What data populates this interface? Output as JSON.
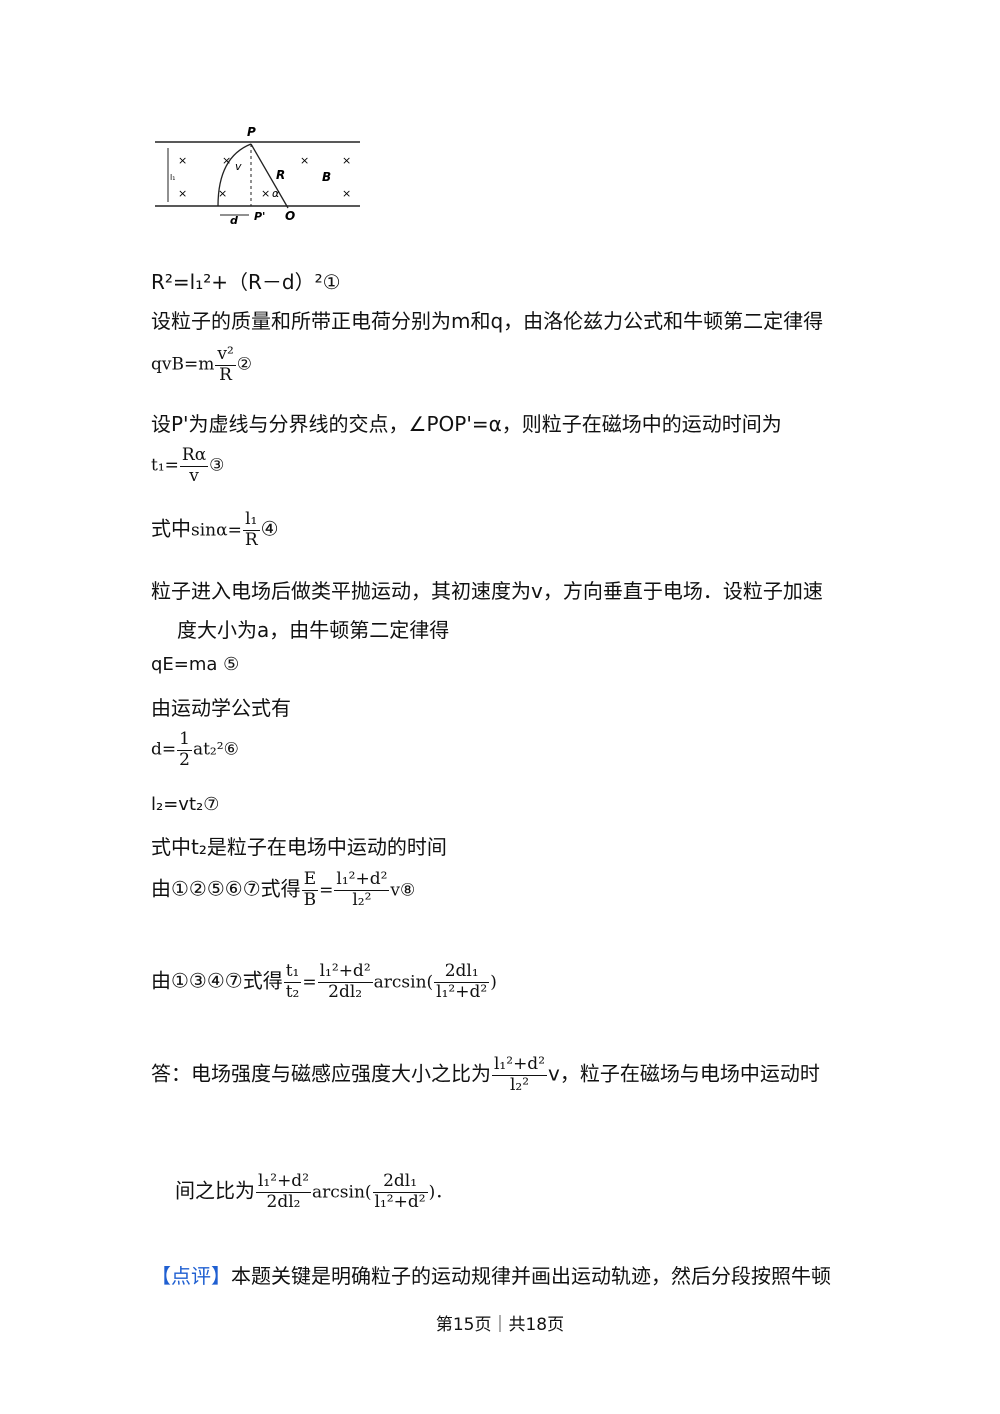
{
  "diagram": {
    "labels": {
      "P": "P",
      "v": "v",
      "R": "R",
      "B": "B",
      "l1": "l₁",
      "d": "d",
      "Pp": "P'",
      "O": "O",
      "alpha": "α",
      "cross": "×"
    }
  },
  "eq1": "R²=l₁²+（R－d）²①",
  "text1": "设粒子的质量和所带正电荷分别为m和q，由洛伦兹力公式和牛顿第二定律得",
  "eq2": {
    "left": "qvB=m",
    "num": "v²",
    "den": "R",
    "mark": "②"
  },
  "text2": "设P'为虚线与分界线的交点，∠POP'=α，则粒子在磁场中的运动时间为",
  "eq3": {
    "left": "t₁=",
    "num": "Rα",
    "den": "v",
    "mark": "③"
  },
  "eq4": {
    "prefix": "式中",
    "left": "sinα=",
    "num": "l₁",
    "den": "R",
    "mark": "④"
  },
  "text3a": "粒子进入电场后做类平抛运动，其初速度为v，方向垂直于电场．设粒子加速",
  "text3b": "度大小为a，由牛顿第二定律得",
  "eq5": "qE=ma ⑤",
  "text4": "由运动学公式有",
  "eq6": {
    "left": "d=",
    "num": "1",
    "den": "2",
    "right": "at₂²",
    "mark": "⑥"
  },
  "eq7": "l₂=vt₂⑦",
  "text5": "式中t₂是粒子在电场中运动的时间",
  "eq8": {
    "prefix": "由①②⑤⑥⑦式得",
    "lnum": "E",
    "lden": "B",
    "num": "l₁²+d²",
    "den": "l₂²",
    "right": "v⑧"
  },
  "eq9": {
    "prefix": "由①③④⑦式得",
    "lnum": "t₁",
    "lden": "t₂",
    "num": "l₁²+d²",
    "den": "2dl₂",
    "func": "arcsin(",
    "inum": "2dl₁",
    "iden": "l₁²+d²",
    "close": ")"
  },
  "answer": {
    "prefix": "答：电场强度与磁感应强度大小之比为",
    "num": "l₁²+d²",
    "den": "l₂²",
    "mid": "v，粒子在磁场与电场中运动时"
  },
  "answer2": {
    "prefix": "间之比为",
    "num": "l₁²+d²",
    "den": "2dl₂",
    "func": "arcsin(",
    "inum": "2dl₁",
    "iden": "l₁²+d²",
    "close": ")．"
  },
  "comment": {
    "tag": "【点评】",
    "text": "本题关键是明确粒子的运动规律并画出运动轨迹，然后分段按照牛顿"
  },
  "footer": "第15页｜共18页"
}
